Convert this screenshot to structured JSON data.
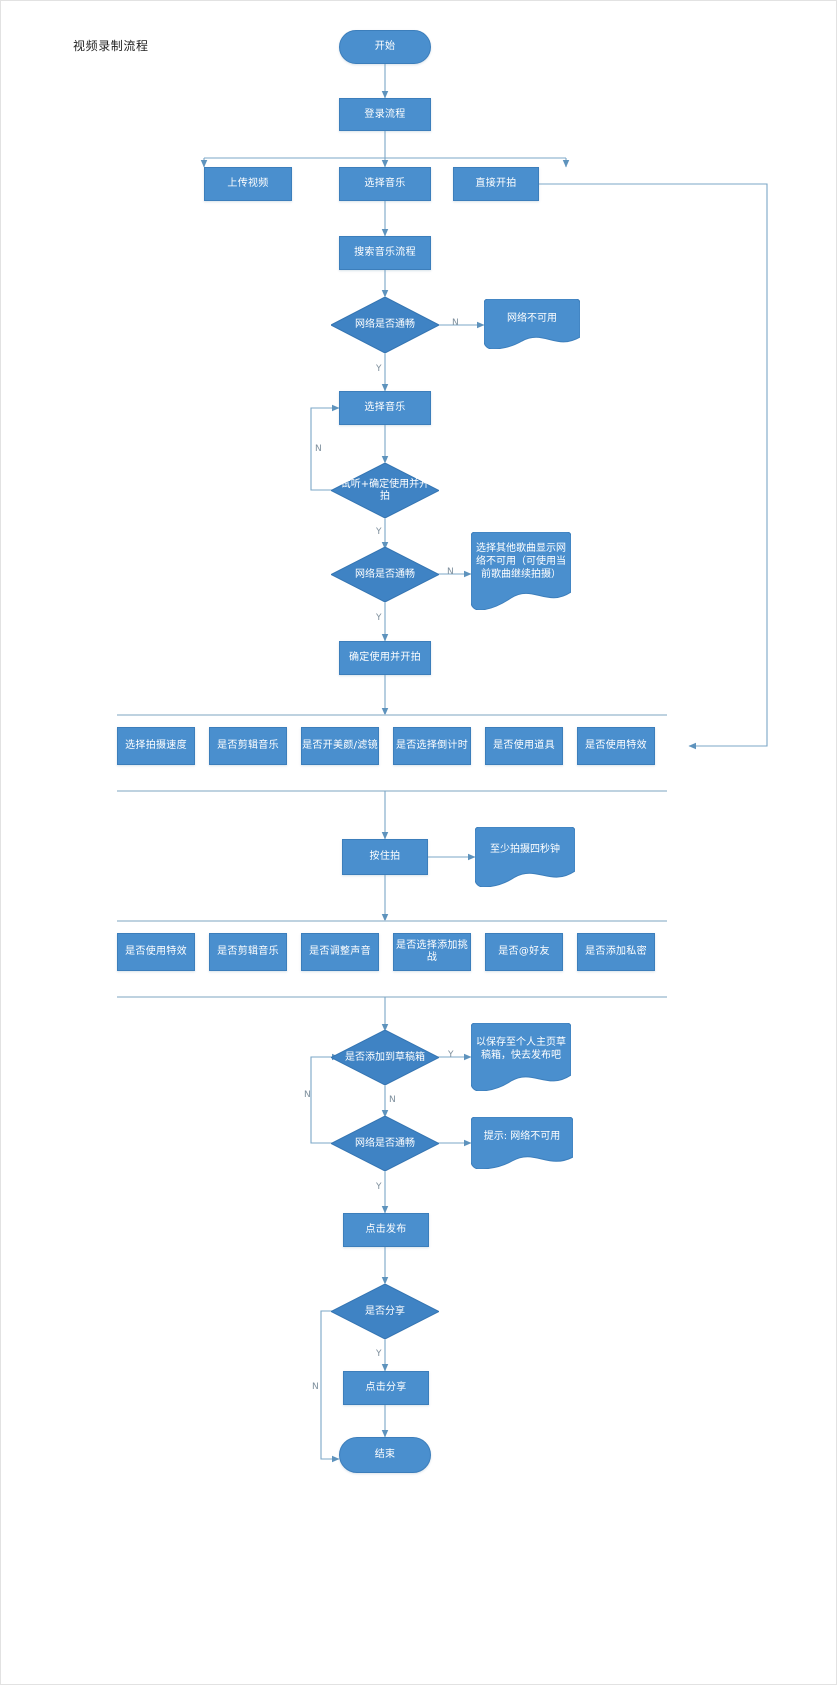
{
  "diagram": {
    "title": "视频录制流程",
    "theme": {
      "node_fill": "#4a8fce",
      "node_stroke": "#3c7ebb",
      "node_text": "#ffffff",
      "connector": "#7ba7c7",
      "edge_label_text": "#7d8e9c",
      "canvas_background": "#ffffff",
      "canvas_border": "#e2e2e2"
    },
    "nodes": {
      "start": "开始",
      "login_flow": "登录流程",
      "upload_video": "上传视频",
      "choose_music": "选择音乐",
      "shoot_directly": "直接开拍",
      "search_music_flow": "搜索音乐流程",
      "network_ok_1": "网络是否通畅",
      "network_unavailable_1": "网络不可用",
      "select_music": "选择音乐",
      "preview_confirm_shoot": "试听+确定使用并开拍",
      "network_ok_2": "网络是否通畅",
      "other_song_note": "选择其他歌曲显示网络不可用（可使用当前歌曲继续拍摄）",
      "confirm_use_and_shoot": "确定使用并开拍",
      "press_to_record": "按住拍",
      "at_least_four_seconds": "至少拍摄四秒钟",
      "add_to_draft": "是否添加到草稿箱",
      "draft_saved_note": "以保存至个人主页草稿箱，快去发布吧",
      "network_ok_3": "网络是否通畅",
      "network_tip_note": "提示: 网络不可用",
      "click_publish": "点击发布",
      "share_or_not": "是否分享",
      "click_share": "点击分享",
      "end": "结束"
    },
    "option_row_1": [
      "选择拍摄速度",
      "是否剪辑音乐",
      "是否开美颜/滤镜",
      "是否选择倒计时",
      "是否使用道具",
      "是否使用特效"
    ],
    "option_row_2": [
      "是否使用特效",
      "是否剪辑音乐",
      "是否调整声音",
      "是否选择添加挑战",
      "是否@好友",
      "是否添加私密"
    ],
    "edge_labels": {
      "net1_no": "N",
      "net1_yes": "Y",
      "preview_no": "N",
      "preview_yes": "Y",
      "net2_no": "N",
      "net2_yes": "Y",
      "draft_yes": "Y",
      "draft_no": "N",
      "draft_loop_no": "N",
      "net3_yes": "Y",
      "share_yes": "Y",
      "share_no": "N"
    }
  }
}
